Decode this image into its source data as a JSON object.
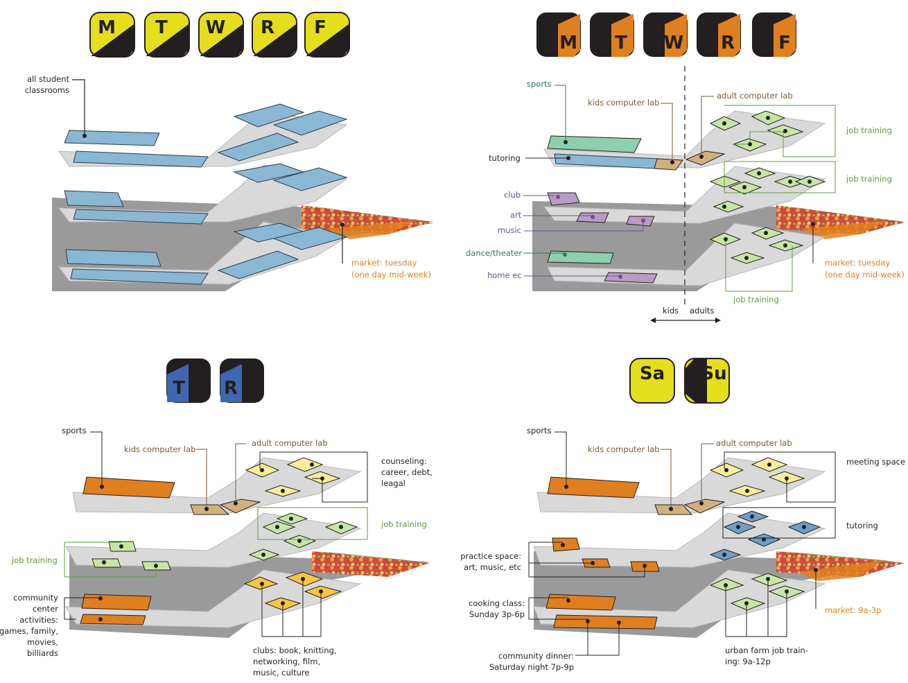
{
  "colors": {
    "yellow": "#e5de1d",
    "black": "#231f20",
    "orange": "#e07f1f",
    "blue": "#3f67b1",
    "classroom_blue": "#8ab7d3",
    "floor_gray": "#d9d9d9",
    "ground_gray": "#9a9a9a",
    "green_fill": "#c8e5a6",
    "green_line": "#5f9a3c",
    "purple": "#6b4f96",
    "purple_fill": "#b99bc7",
    "tan": "#d1b07f",
    "brown_text": "#7a5a36",
    "teal_text": "#2e7b5b",
    "sports_green": "#8ecfae",
    "light_yellow": "#f6ee9a",
    "gold": "#f6c544",
    "tutoring_blue": "#6e9ec4"
  },
  "panels": {
    "tl": {
      "badges": [
        "M",
        "T",
        "W",
        "R",
        "F"
      ],
      "labels": {
        "classrooms": "all student\nclassrooms",
        "market": "market: tuesday\n(one day mid-week)"
      }
    },
    "tr": {
      "badges": [
        "M",
        "T",
        "W",
        "R",
        "F"
      ],
      "labels": {
        "sports": "sports",
        "kids_lab": "kids computer lab",
        "adult_lab": "adult computer lab",
        "tutoring": "tutoring",
        "job1": "job training",
        "job2": "job training",
        "job3": "job training",
        "club": "club",
        "art": "art",
        "music": "music",
        "dance": "dance/theater",
        "homeec": "home ec",
        "market": "market: tuesday\n(one day mid-week)",
        "kids": "kids",
        "adults": "adults"
      }
    },
    "bl": {
      "badges": [
        "T",
        "R"
      ],
      "labels": {
        "sports": "sports",
        "kids_lab": "kids computer lab",
        "adult_lab": "adult computer lab",
        "counseling": "counseling:\ncareer, debt,\nleagal",
        "job_right": "job training",
        "job_left": "job training",
        "community": "community\ncenter\nactivities:\ngames, family,\nmovies,\nbilliards",
        "clubs": "clubs: book, knitting,\nnetworking, film,\nmusic, culture"
      }
    },
    "br": {
      "badges": [
        "Sa",
        "Su"
      ],
      "labels": {
        "sports": "sports",
        "kids_lab": "kids computer lab",
        "adult_lab": "adult computer lab",
        "meeting": "meeting space",
        "tutoring": "tutoring",
        "practice": "practice space:\nart, music, etc",
        "cooking": "cooking class:\nSunday 3p-6p",
        "dinner": "community dinner:\nSaturday night 7p-9p",
        "farm": "urban farm job train-\ning: 9a-12p",
        "market": "market: 9a-3p"
      }
    }
  }
}
